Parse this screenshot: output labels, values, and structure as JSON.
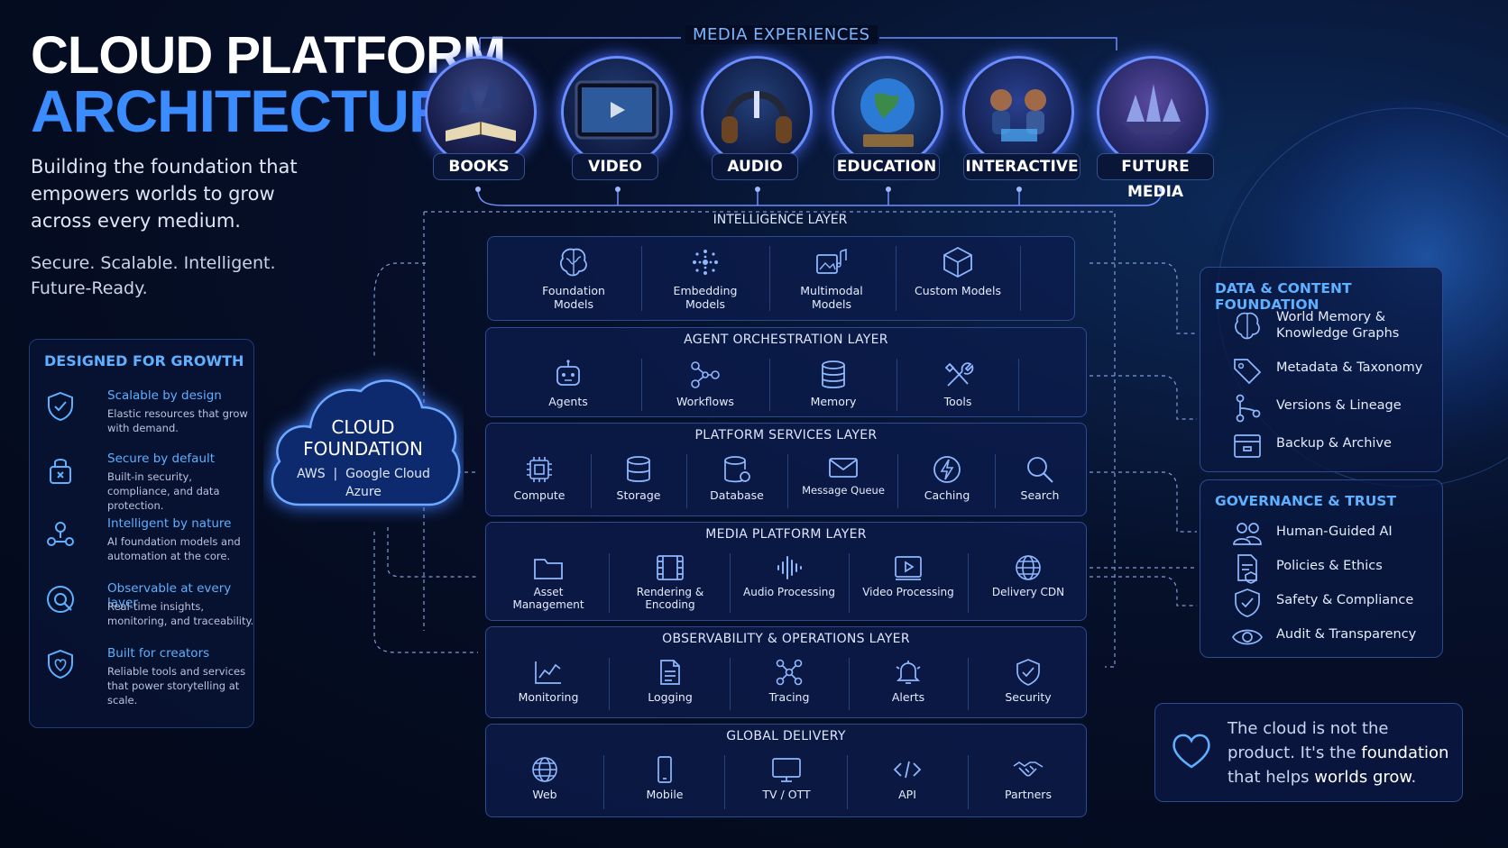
{
  "header": {
    "title_line1": "CLOUD PLATFORM",
    "title_line2": "ARCHITECTURE",
    "subtitle": "Building the foundation that empowers worlds to grow across every medium.",
    "tagline": "Secure. Scalable. Intelligent. Future-Ready."
  },
  "growth": {
    "title": "DESIGNED FOR GROWTH",
    "items": [
      {
        "name": "Scalable by design",
        "desc": "Elastic resources that grow with demand.",
        "icon": "shield-scale-icon"
      },
      {
        "name": "Secure by default",
        "desc": "Built-in security, compliance, and data protection.",
        "icon": "lock-icon"
      },
      {
        "name": "Intelligent by nature",
        "desc": "AI foundation models and automation at the core.",
        "icon": "network-people-icon"
      },
      {
        "name": "Observable at every layer",
        "desc": "Real-time insights, monitoring, and traceability.",
        "icon": "observe-icon"
      },
      {
        "name": "Built for creators",
        "desc": "Reliable tools and services that power storytelling at scale.",
        "icon": "heart-shield-icon"
      }
    ]
  },
  "cloud": {
    "title": "CLOUD FOUNDATION",
    "providers": "AWS  |  Google Cloud",
    "providers2": "Azure"
  },
  "media": {
    "title": "MEDIA EXPERIENCES",
    "items": [
      "BOOKS",
      "VIDEO",
      "AUDIO",
      "EDUCATION",
      "INTERACTIVE",
      "FUTURE MEDIA"
    ]
  },
  "layers": {
    "intelligence": {
      "title": "INTELLIGENCE LAYER",
      "items": [
        "Foundation Models",
        "Embedding Models",
        "Multimodal Models",
        "Custom Models"
      ]
    },
    "agent": {
      "title": "AGENT ORCHESTRATION LAYER",
      "items": [
        "Agents",
        "Workflows",
        "Memory",
        "Tools"
      ]
    },
    "platform": {
      "title": "PLATFORM SERVICES LAYER",
      "items": [
        "Compute",
        "Storage",
        "Database",
        "Message Queue",
        "Caching",
        "Search"
      ]
    },
    "media": {
      "title": "MEDIA PLATFORM LAYER",
      "items": [
        "Asset Management",
        "Rendering & Encoding",
        "Audio Processing",
        "Video Processing",
        "Delivery CDN"
      ]
    },
    "observability": {
      "title": "OBSERVABILITY & OPERATIONS LAYER",
      "items": [
        "Monitoring",
        "Logging",
        "Tracing",
        "Alerts",
        "Security"
      ]
    },
    "delivery": {
      "title": "GLOBAL DELIVERY",
      "items": [
        "Web",
        "Mobile",
        "TV / OTT",
        "API",
        "Partners"
      ]
    }
  },
  "data_foundation": {
    "title": "DATA & CONTENT FOUNDATION",
    "items": [
      "World Memory & Knowledge Graphs",
      "Metadata & Taxonomy",
      "Versions & Lineage",
      "Backup & Archive"
    ]
  },
  "governance": {
    "title": "GOVERNANCE & TRUST",
    "items": [
      "Human-Guided AI",
      "Policies & Ethics",
      "Safety & Compliance",
      "Audit & Transparency"
    ]
  },
  "quote": {
    "part1": "The cloud is not the product. It's the ",
    "bold1": "foundation",
    "part2": " that helps ",
    "bold2": "worlds grow",
    "part3": "."
  },
  "colors": {
    "accent": "#3b8cff",
    "panel_title": "#5fb0ff",
    "glow": "#6a8dff"
  }
}
